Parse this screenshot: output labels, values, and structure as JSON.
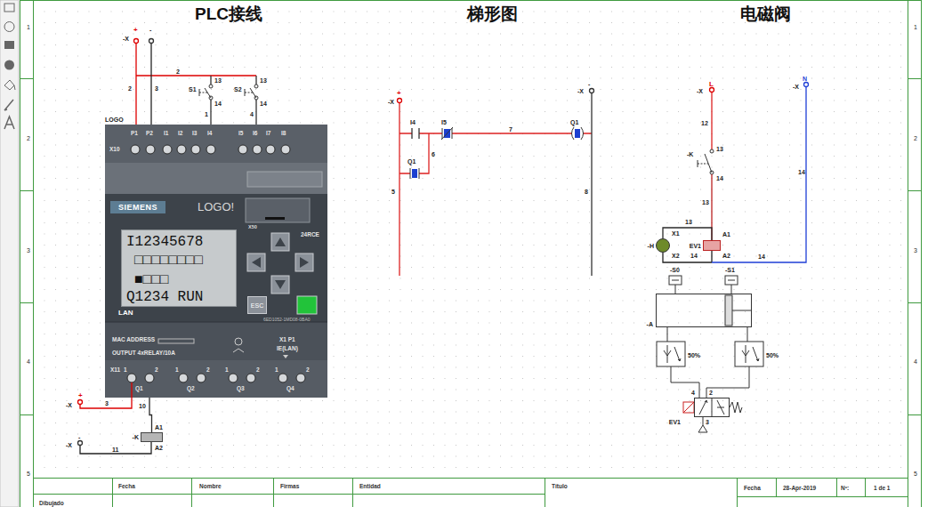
{
  "diagram": {
    "nodes": [
      {
        "text": [
          "LOGO"
        ]
      },
      {
        "text": [
          "SIEMENS"
        ],
        "in": 0
      },
      {
        "text": [
          "I12345678",
          "□□□□□□□□",
          "■□□□",
          "Q1234 RUN"
        ],
        "in": 0
      },
      {
        "text": [
          "ESC"
        ],
        "in": 0
      },
      {
        "text": [
          "-K"
        ]
      },
      {
        "text": [
          "-H"
        ]
      },
      {
        "text": [
          "EV1"
        ]
      },
      {
        "text": [
          "-A"
        ]
      },
      {
        "text": [
          "EV1"
        ]
      }
    ],
    "edges": [
      {
        "from": 0,
        "to": 4,
        "label": "10",
        "arrow": "none"
      },
      {
        "from": 5,
        "to": 6,
        "label": "13",
        "arrow": "none"
      }
    ],
    "labels": [
      "PLC接线",
      "梯形图",
      "电磁阀",
      "-X",
      "+",
      "-",
      "2",
      "2",
      "3",
      "S1",
      "13",
      "14",
      "1",
      "S2",
      "13",
      "14",
      "4",
      "P1",
      "P2",
      "I1",
      "I2",
      "I3",
      "I4",
      "I5",
      "I6",
      "I7",
      "I8",
      "X10",
      "LOGO!",
      "X50",
      "24RCE",
      "LAN",
      "6ED1052-1MD08-0BA0",
      "MAC ADDRESS",
      "OUTPUT 4xRELAY/10A",
      "X1 P1",
      "IE(LAN)",
      "X11",
      "1",
      "2",
      "Q1",
      "1",
      "2",
      "Q2",
      "1",
      "2",
      "Q3",
      "1",
      "2",
      "Q4",
      "-X",
      "+",
      "3",
      "A1",
      "A2",
      "-X",
      "-",
      "11",
      "-X",
      "+",
      "5",
      "I4",
      "I5",
      "7",
      "Q1",
      "-X",
      "-",
      "8",
      "Q1",
      "6",
      "-X",
      "L",
      "12",
      "-K",
      "13",
      "14",
      "13",
      "X1",
      "X2",
      "A1",
      "A2",
      "14",
      "14",
      "-X",
      "N",
      "14",
      "-S0",
      "-S1",
      "50%",
      "50%",
      "4",
      "2",
      "3",
      "Fecha",
      "Nombre",
      "Firmas",
      "Entidad",
      "Título",
      "Dibujado",
      "Fecha",
      "28-Apr-2019",
      "Nº:",
      "1 de 1",
      "1",
      "2",
      "3",
      "4",
      "5",
      "1",
      "2",
      "3",
      "4",
      "5"
    ]
  }
}
